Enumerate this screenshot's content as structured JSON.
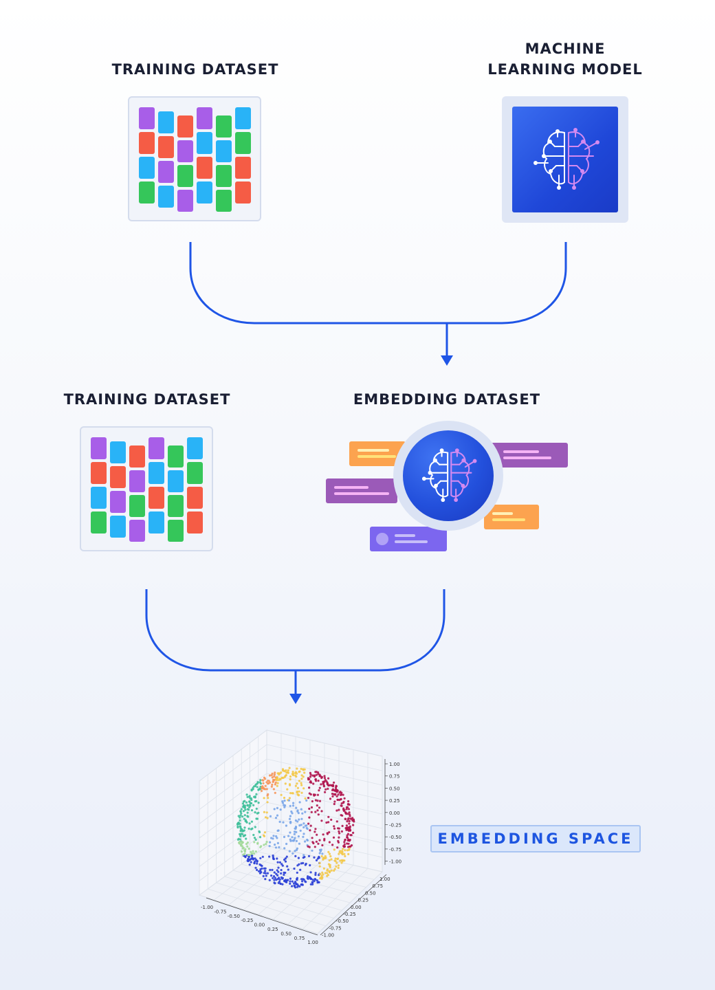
{
  "labels": {
    "training_dataset_top": "TRAINING DATASET",
    "model_line1": "MACHINE",
    "model_line2": "LEARNING MODEL",
    "training_dataset_mid": "TRAINING DATASET",
    "embedding_dataset": "EMBEDDING DATASET",
    "embedding_space": "EMBEDDING SPACE"
  },
  "colors": {
    "purple": "#a85ee8",
    "blue": "#29b3f7",
    "red": "#f55c45",
    "green": "#35c65a",
    "connector": "#1f55e6",
    "chip_orange": "#fca34f",
    "chip_purple": "#9b5ab8",
    "chip_violet": "#7c66ef"
  },
  "icons": {
    "model": "brain-circuit-icon",
    "embedding": "brain-circuit-icon"
  },
  "axes": {
    "x_ticks": [
      "-1.00",
      "-0.75",
      "-0.50",
      "-0.25",
      "0.00",
      "0.25",
      "0.50",
      "0.75",
      "1.00"
    ],
    "y_ticks": [
      "1.00",
      "0.75",
      "0.50",
      "0.25",
      "0.00",
      "-0.25",
      "-0.50",
      "-0.75",
      "-1.00"
    ],
    "z_ticks": [
      "1.00",
      "0.75",
      "0.50",
      "0.25",
      "0.00",
      "-0.25",
      "-0.50",
      "-0.75",
      "-1.00"
    ]
  }
}
